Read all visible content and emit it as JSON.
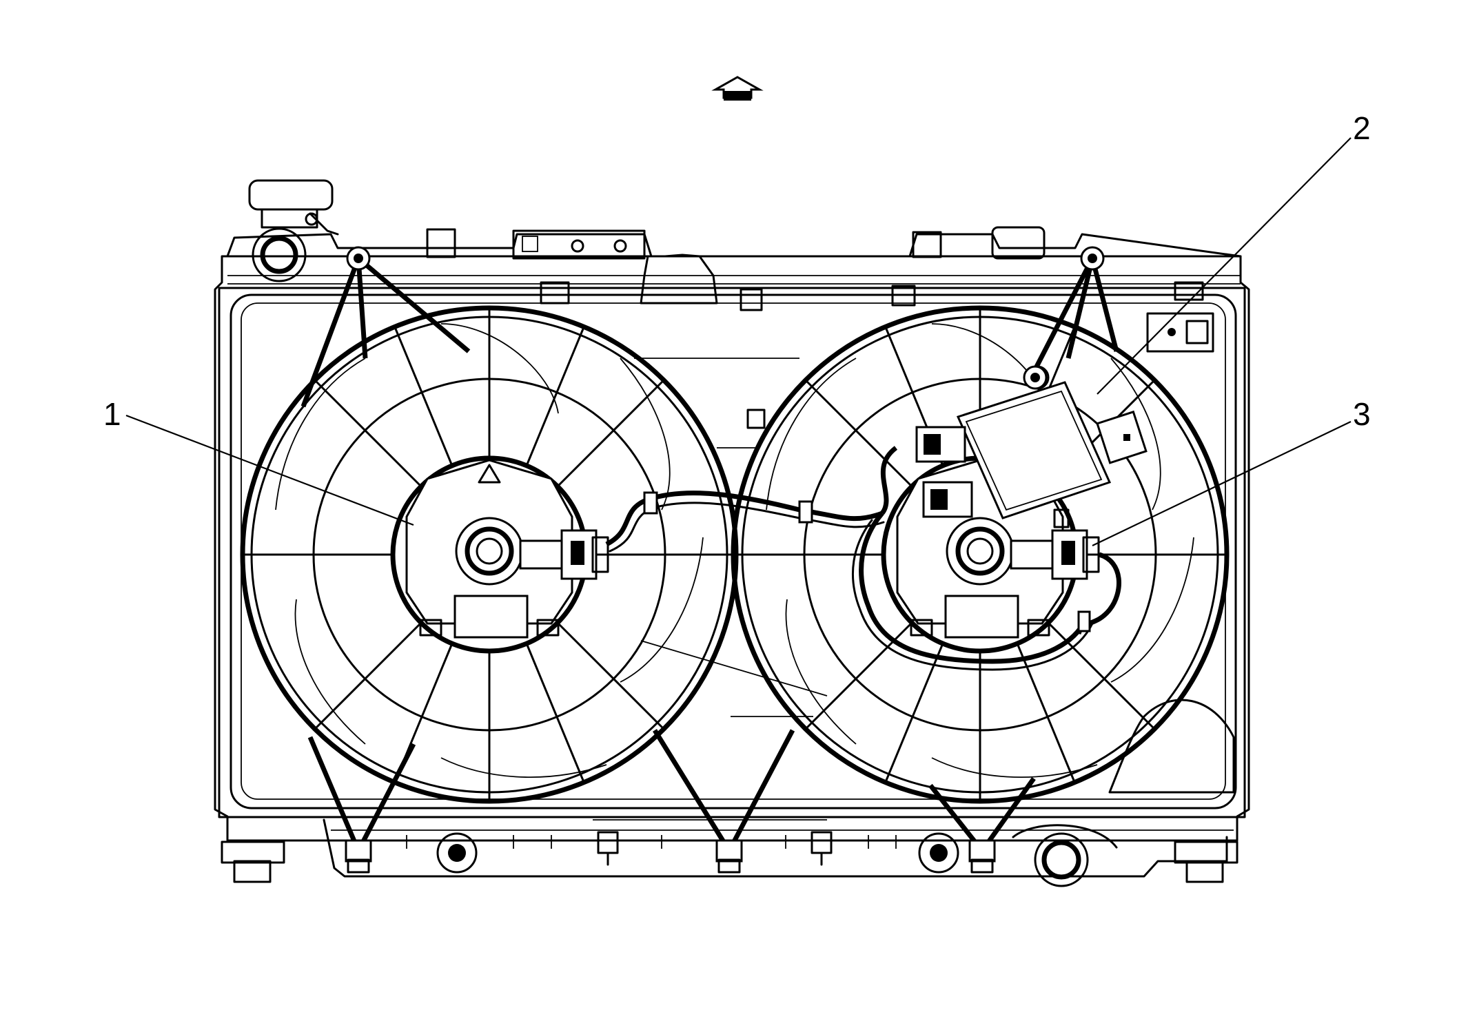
{
  "callouts": [
    {
      "id": "1",
      "label": "1"
    },
    {
      "id": "2",
      "label": "2"
    },
    {
      "id": "3",
      "label": "3"
    }
  ],
  "orientation": "up-arrow-icon",
  "line_color": "#000000",
  "background_color": "#ffffff"
}
